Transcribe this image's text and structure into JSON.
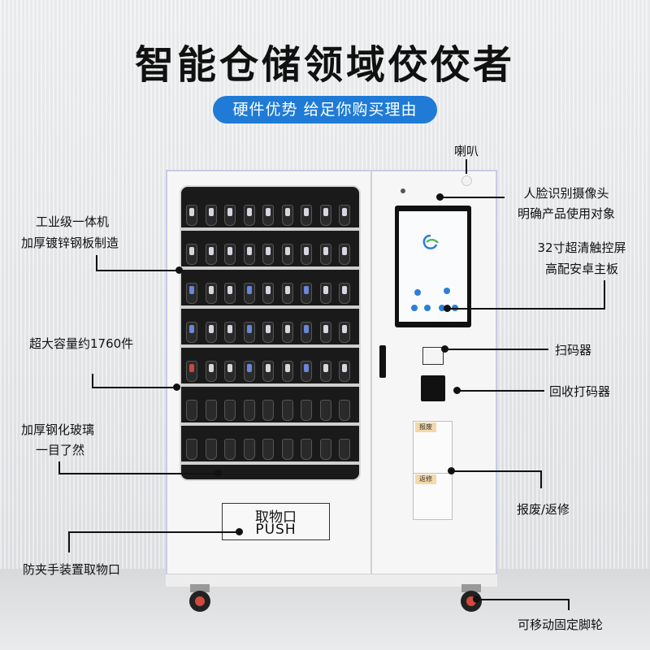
{
  "header": {
    "title": "智能仓储领域佼佼者",
    "subtitle": "硬件优势 给足你购买理由"
  },
  "machine": {
    "pickup_label_cn": "取物口",
    "pickup_label_en": "PUSH",
    "bin_scrap": "报废",
    "bin_return": "返修"
  },
  "callouts": {
    "speaker": "喇叭",
    "camera_line1": "人脸识别摄像头",
    "camera_line2": "明确产品使用对象",
    "screen_line1": "32寸超清触控屏",
    "screen_line2": "高配安卓主板",
    "scanner": "扫码器",
    "printer": "回收打码器",
    "bins": "报废/返修",
    "wheels": "可移动固定脚轮",
    "body_line1": "工业级一体机",
    "body_line2": "加厚镀锌钢板制造",
    "capacity": "超大容量约1760件",
    "glass_line1": "加厚钢化玻璃",
    "glass_line2": "一目了然",
    "pickup": "防夹手装置取物口"
  },
  "colors": {
    "accent": "#1f7bd6",
    "text": "#111111",
    "machine_border": "#c9cbe6"
  }
}
